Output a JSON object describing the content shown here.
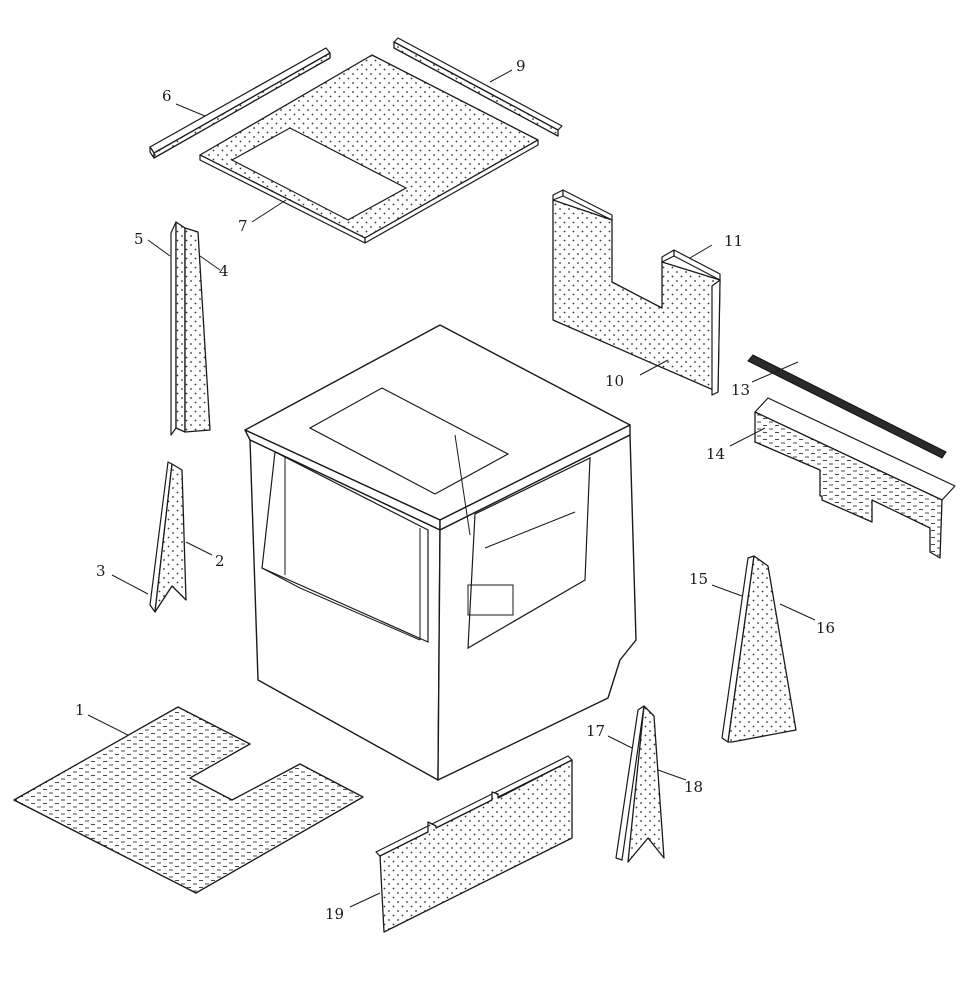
{
  "callouts": [
    {
      "id": "c1",
      "text": "1"
    },
    {
      "id": "c2",
      "text": "2"
    },
    {
      "id": "c3",
      "text": "3"
    },
    {
      "id": "c4",
      "text": "4"
    },
    {
      "id": "c5",
      "text": "5"
    },
    {
      "id": "c6",
      "text": "6"
    },
    {
      "id": "c7",
      "text": "7"
    },
    {
      "id": "c9",
      "text": "9"
    },
    {
      "id": "c10",
      "text": "10"
    },
    {
      "id": "c11",
      "text": "11"
    },
    {
      "id": "c13",
      "text": "13"
    },
    {
      "id": "c14",
      "text": "14"
    },
    {
      "id": "c15",
      "text": "15"
    },
    {
      "id": "c16",
      "text": "16"
    },
    {
      "id": "c17",
      "text": "17"
    },
    {
      "id": "c18",
      "text": "18"
    },
    {
      "id": "c19",
      "text": "19"
    }
  ]
}
